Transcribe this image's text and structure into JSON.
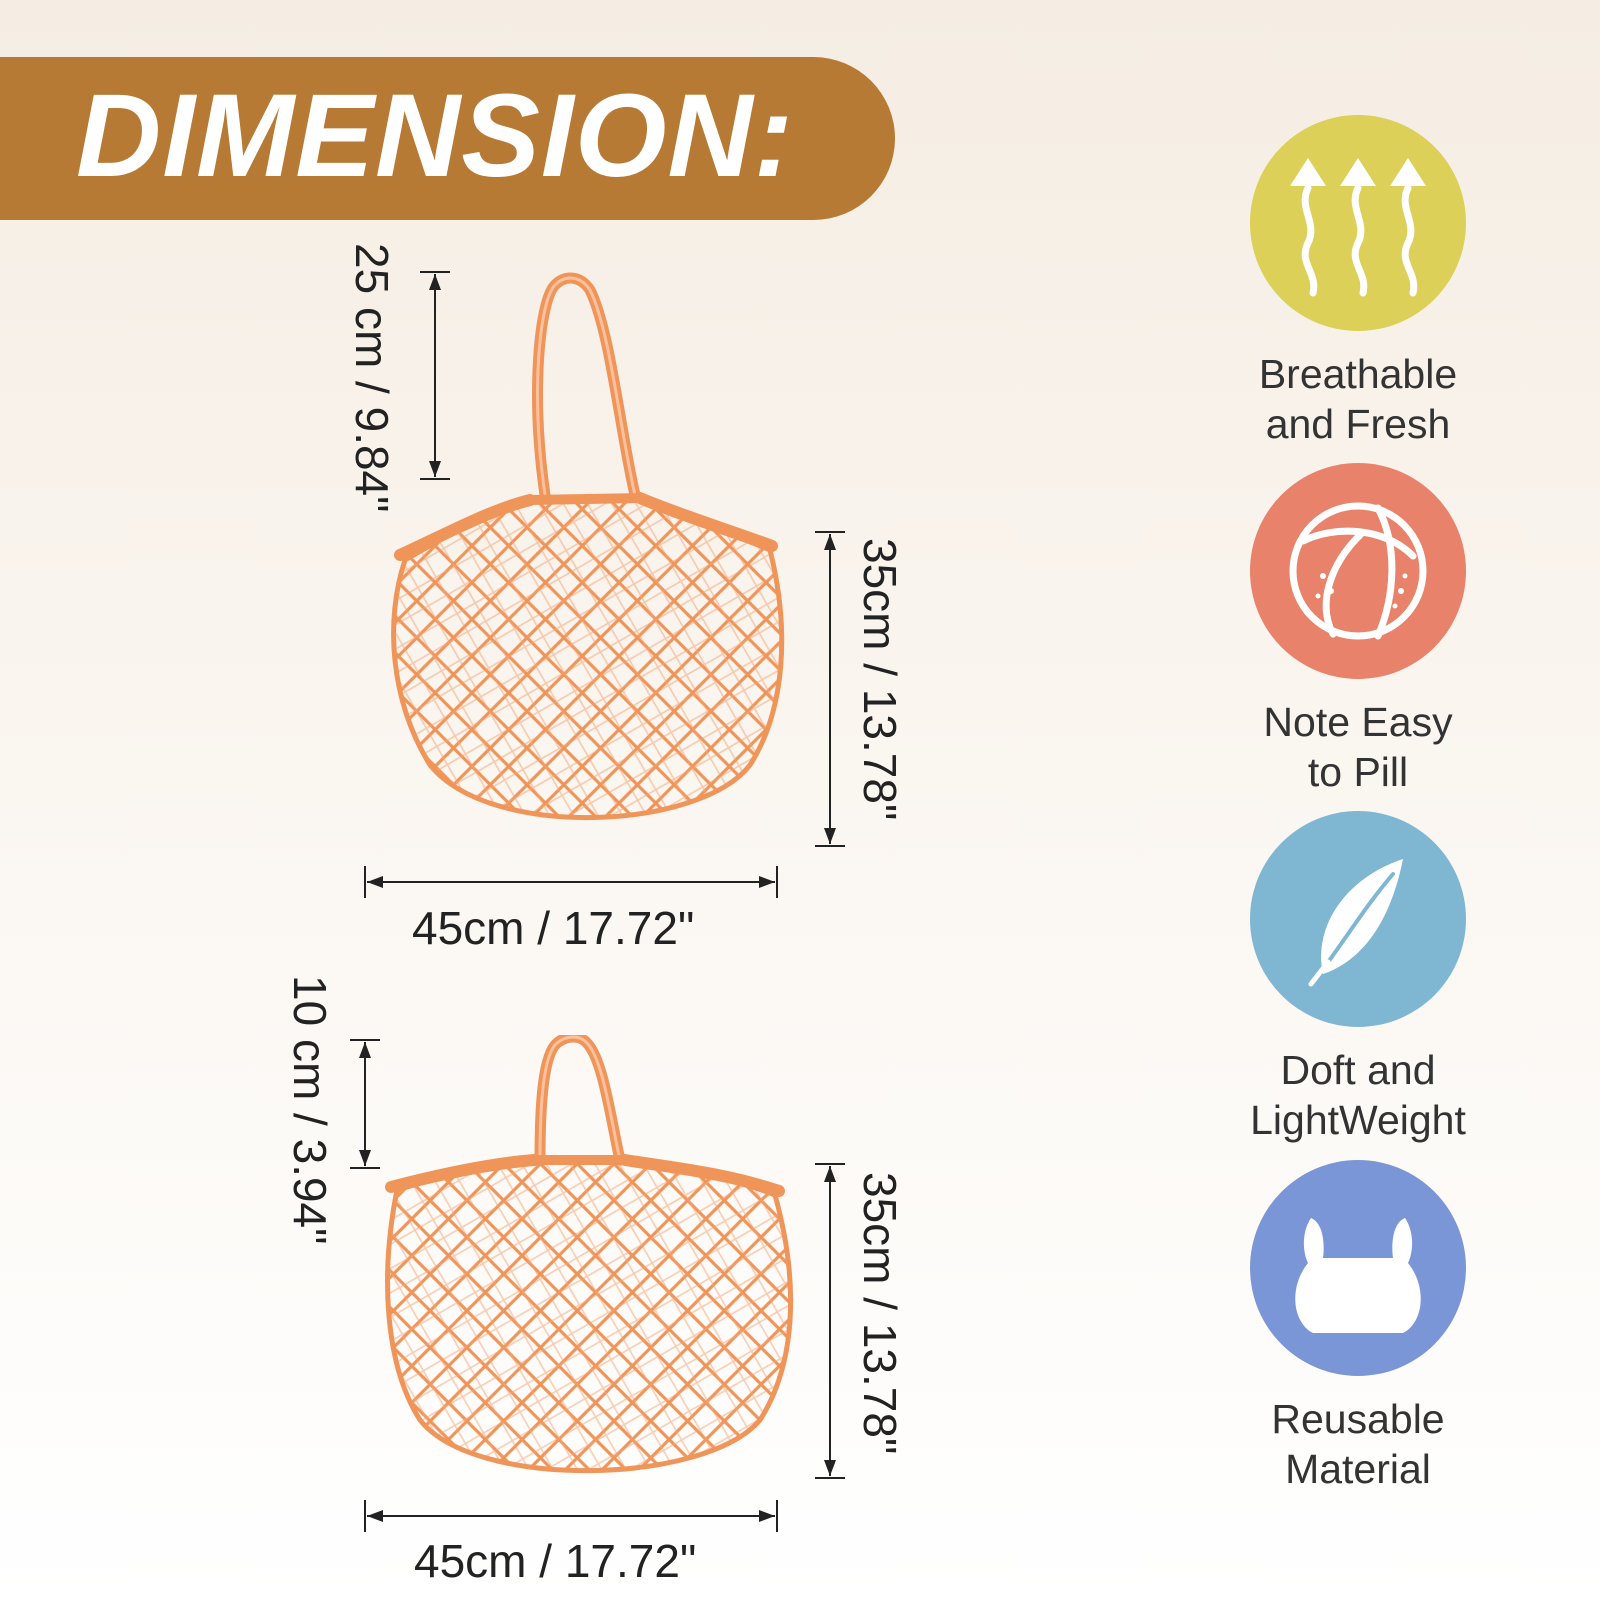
{
  "banner": {
    "title": "DIMENSION:",
    "color": "#b77a34"
  },
  "bag_color": "#f0955a",
  "bag_long_handle": {
    "handle": "25 cm / 9.84\"",
    "height": "35cm / 13.78\"",
    "width": "45cm / 17.72\""
  },
  "bag_short_handle": {
    "handle": "10 cm / 3.94\"",
    "height": "35cm / 13.78\"",
    "width": "45cm / 17.72\""
  },
  "features": [
    {
      "icon": "breathable-waves-icon",
      "color": "#dcd059",
      "line1": "Breathable",
      "line2": "and Fresh"
    },
    {
      "icon": "ball-icon",
      "color": "#e9826a",
      "line1": "Note Easy",
      "line2": "to Pill"
    },
    {
      "icon": "feather-icon",
      "color": "#7fb7d3",
      "line1": "Doft and",
      "line2": "LightWeight"
    },
    {
      "icon": "bag-icon",
      "color": "#7b96d6",
      "line1": "Reusable",
      "line2": "Material"
    }
  ]
}
